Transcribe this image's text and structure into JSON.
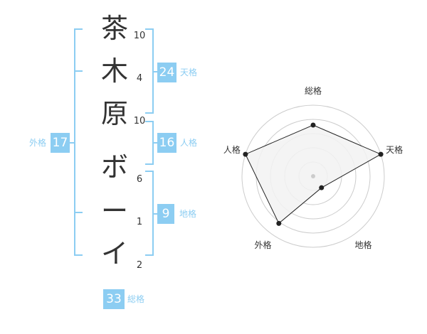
{
  "name_chars": [
    "茶",
    "木",
    "原",
    "ボ",
    "ー",
    "イ"
  ],
  "stroke_counts": [
    "10",
    "4",
    "10",
    "6",
    "1",
    "2"
  ],
  "scores": {
    "tenkaku": {
      "label": "天格",
      "value": "24"
    },
    "jinkaku": {
      "label": "人格",
      "value": "16"
    },
    "chikaku": {
      "label": "地格",
      "value": "9"
    },
    "gaikaku": {
      "label": "外格",
      "value": "17"
    },
    "soukaku": {
      "label": "総格",
      "value": "33"
    }
  },
  "radar": {
    "axes": [
      "総格",
      "天格",
      "地格",
      "外格",
      "人格"
    ],
    "values": [
      0.72,
      1.0,
      0.2,
      0.82,
      1.0
    ],
    "rings": 5,
    "fill_color": "#f2f2f2",
    "line_color": "#222222",
    "grid_color": "#cccccc"
  },
  "colors": {
    "accent": "#8ccdf2",
    "text": "#333333"
  }
}
